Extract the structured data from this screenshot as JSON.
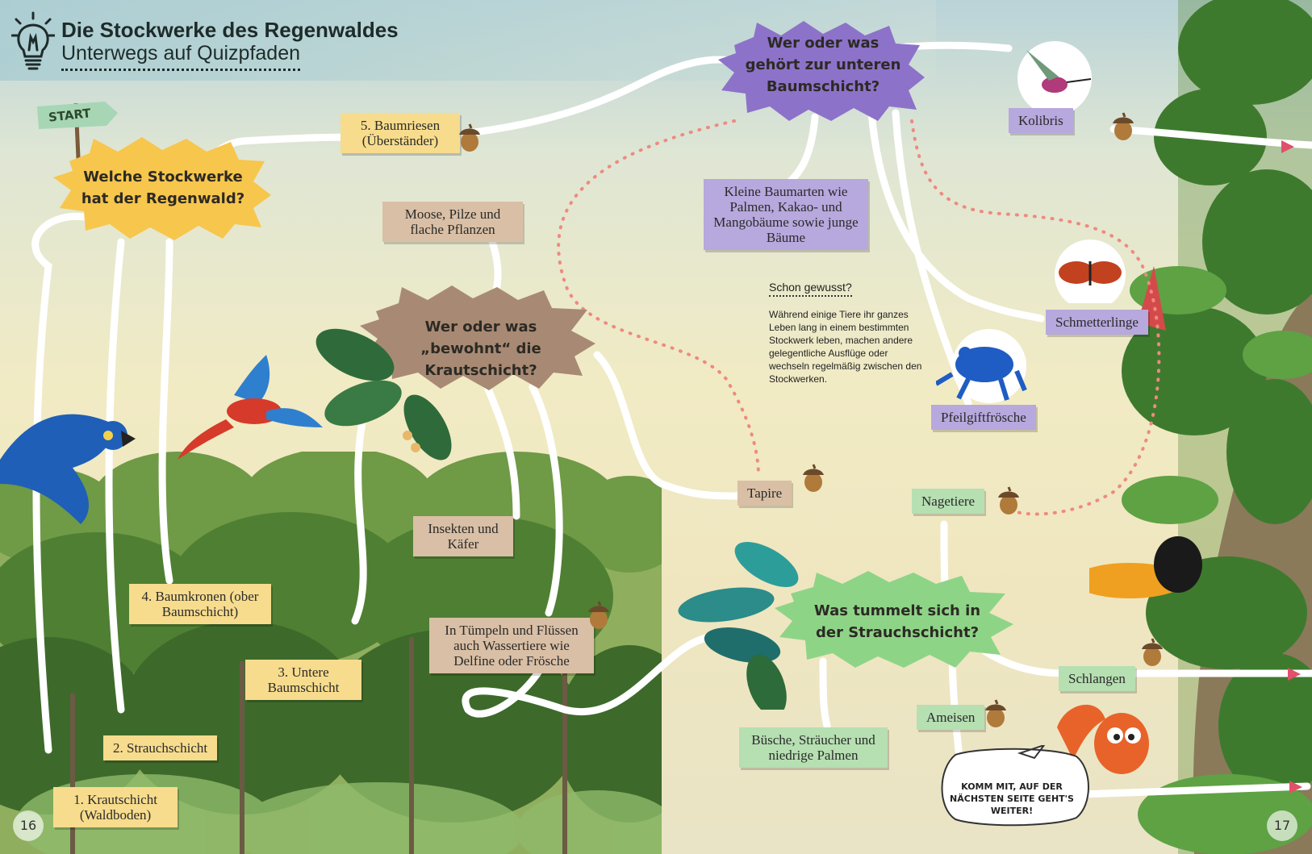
{
  "header": {
    "title": "Die Stockwerke des Regenwaldes",
    "subtitle": "Unterwegs auf Quizpfaden",
    "icon": "lightbulb-icon"
  },
  "start_sign": "START",
  "questions": {
    "stockwerke": "Welche Stockwerke hat der Regenwald?",
    "krautschicht": "Wer oder was „bewohnt“ die Krautschicht?",
    "untere_baumschicht": "Wer oder was gehört zur unteren Baumschicht?",
    "strauchschicht": "Was tummelt sich in der Strauchschicht?"
  },
  "layers": {
    "krautschicht": "1. Krautschicht (Waldboden)",
    "strauchschicht": "2. Strauchschicht",
    "untere_baumschicht": "3. Untere Baumschicht",
    "baumkronen": "4. Baumkronen (ober Baumschicht)",
    "baumriesen": "5. Baumriesen (Überständer)"
  },
  "kraut_answers": {
    "moose": "Moose, Pilze und flache Pflanzen",
    "insekten": "Insekten und Käfer",
    "wassertiere": "In Tümpeln und Flüssen auch Wassertiere wie Delfine oder Frösche",
    "tapire": "Tapire"
  },
  "baum_answers": {
    "kleine_baumarten": "Kleine Baumarten wie Palmen, Kakao- und Mangobäume sowie junge Bäume",
    "kolibris": "Kolibris",
    "schmetterlinge": "Schmetterlinge",
    "pfeilgiftfroesche": "Pfeilgiftfrösche"
  },
  "strauch_answers": {
    "nagetiere": "Nagetiere",
    "schlangen": "Schlangen",
    "ameisen": "Ameisen",
    "buesche": "Büsche, Sträucher und niedrige Palmen"
  },
  "fact": {
    "title": "Schon gewusst?",
    "body": "Während einige Tiere ihr ganzes Leben lang in einem bestimmten Stockwerk leben, machen andere gelegentliche Ausflüge oder wechseln regelmäßig zwischen den Stockwerken."
  },
  "speech_bubble": "KOMM MIT, AUF DER NÄCHSTEN SEITE GEHT'S WEITER!",
  "page_numbers": {
    "left": "16",
    "right": "17"
  },
  "colors": {
    "yellow_label": "#f7dc8d",
    "brown_label": "#d9bfa5",
    "purple_label": "#b7a8dd",
    "green_label": "#b6dfb2",
    "path": "#ffffff",
    "dots": "#ee8a80"
  }
}
